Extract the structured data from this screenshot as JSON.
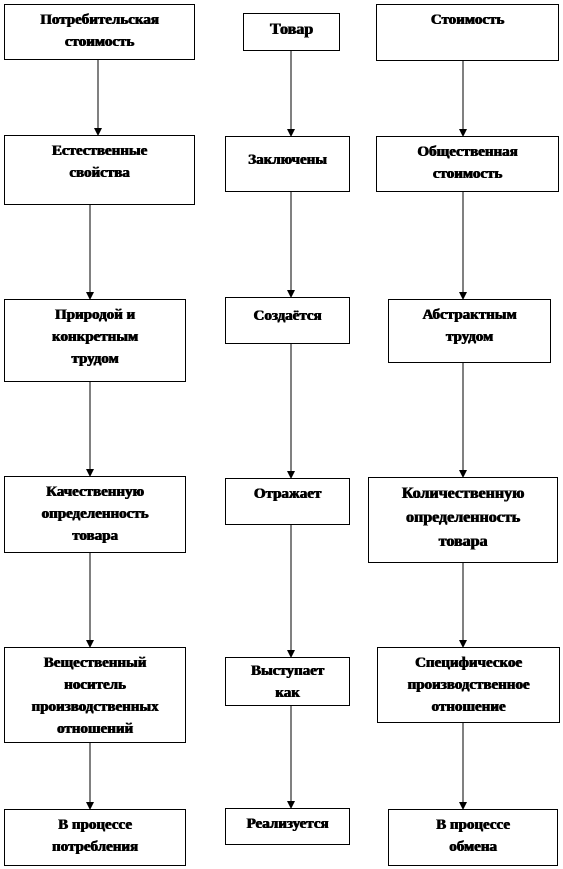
{
  "diagram": {
    "left_column": [
      "Потребительская\nстоимость",
      "Естественные\nсвойства",
      "Природой и\nконкретным\nтрудом",
      "Качественную\nопределенность\nтовара",
      "Вещественный\nноситель\nпроизводственных\nотношений",
      "В процессе\nпотребления"
    ],
    "middle_column": [
      "Товар",
      "Заключены",
      "Создаётся",
      "Отражает",
      "Выступает\nкак",
      "Реализуется"
    ],
    "right_column": [
      "Стоимость",
      "Общественная\nстоимость",
      "Абстрактным\nтрудом",
      "Количественную\nопределенность\nтовара",
      "Специфическое\nпроизводственное\nотношение",
      "В процессе\nобмена"
    ]
  },
  "colors": {
    "line": "#000000",
    "box_border": "#000000",
    "box_fill": "#ffffff",
    "text": "#000000"
  }
}
